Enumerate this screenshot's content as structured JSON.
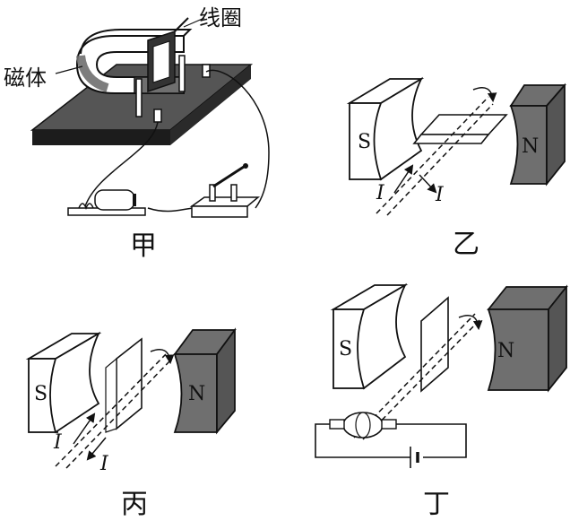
{
  "panels": {
    "jia": {
      "caption": "甲",
      "coil_label": "线圈",
      "magnet_label": "磁体"
    },
    "yi": {
      "caption": "乙",
      "south_pole": "S",
      "north_pole": "N",
      "current_in": "I",
      "current_out": "I"
    },
    "bing": {
      "caption": "丙",
      "south_pole": "S",
      "north_pole": "N",
      "current_in": "I",
      "current_out": "I"
    },
    "ding": {
      "caption": "丁",
      "south_pole": "S",
      "north_pole": "N"
    }
  },
  "colors": {
    "line": "#111111",
    "board_top": "#555555",
    "board_edge": "#1c1c1c",
    "magnet_dark": "#6f6f6f",
    "magnet_light": "#ffffff"
  }
}
